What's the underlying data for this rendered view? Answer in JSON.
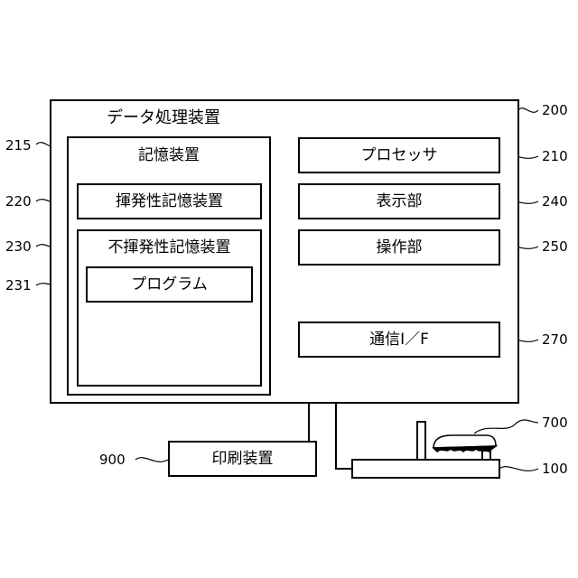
{
  "diagram": {
    "data_processing_device": {
      "label": "データ処理装置",
      "ref": "200"
    },
    "storage_device": {
      "label": "記憶装置",
      "ref": "215"
    },
    "volatile_storage": {
      "label": "揮発性記憶装置",
      "ref": "220"
    },
    "nonvolatile_storage": {
      "label": "不揮発性記憶装置",
      "ref": "230"
    },
    "program": {
      "label": "プログラム",
      "ref": "231"
    },
    "processor": {
      "label": "プロセッサ",
      "ref": "210"
    },
    "display_unit": {
      "label": "表示部",
      "ref": "240"
    },
    "operation_unit": {
      "label": "操作部",
      "ref": "250"
    },
    "communication_if": {
      "label": "通信I／F",
      "ref": "270"
    },
    "printing_device": {
      "label": "印刷装置",
      "ref": "900"
    },
    "scanner_device": {
      "ref": "100"
    },
    "target_object": {
      "ref": "700"
    }
  }
}
